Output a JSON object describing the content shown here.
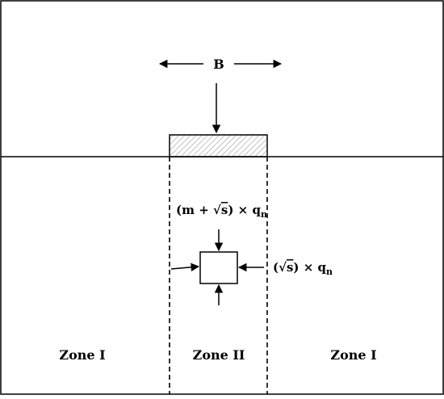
{
  "labels": {
    "width": "B",
    "vertical_stress": {
      "open": "(",
      "m": "m",
      "plus": " + ",
      "root": "√",
      "s": "s",
      "close": ")",
      "times": " × ",
      "q": "q",
      "sub": "n"
    },
    "lateral_stress": {
      "open": "(",
      "root": "√",
      "s": "s",
      "close": ")",
      "times": " × ",
      "q": "q",
      "sub": "n"
    },
    "zone_left": "Zone I",
    "zone_middle": "Zone II",
    "zone_right": "Zone I"
  },
  "colors": {
    "line": "#000000",
    "hatch": "#9a9a9a",
    "background": "#ffffff"
  }
}
